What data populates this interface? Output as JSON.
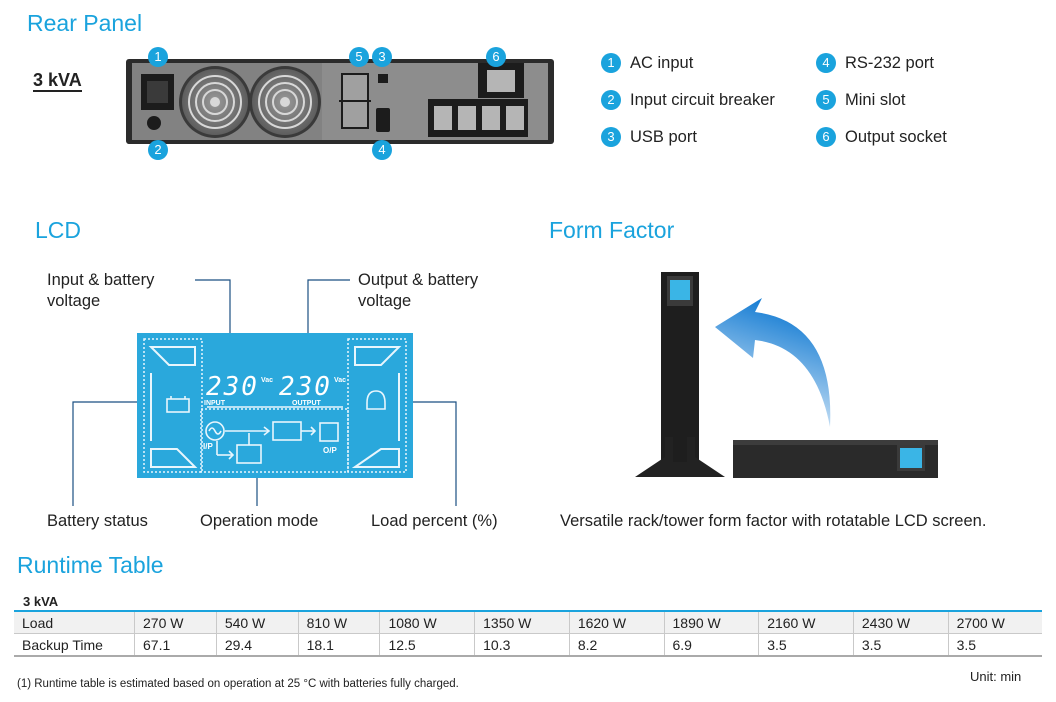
{
  "rear_panel": {
    "heading": "Rear Panel",
    "model": "3 kVA",
    "legend": [
      {
        "num": "1",
        "label": "AC input"
      },
      {
        "num": "2",
        "label": "Input circuit breaker"
      },
      {
        "num": "3",
        "label": "USB port"
      },
      {
        "num": "4",
        "label": "RS-232 port"
      },
      {
        "num": "5",
        "label": "Mini slot"
      },
      {
        "num": "6",
        "label": "Output socket"
      }
    ]
  },
  "lcd": {
    "heading": "LCD",
    "callouts": {
      "input_battery": "Input & battery voltage",
      "output_battery": "Output & battery voltage",
      "battery_status": "Battery status",
      "operation_mode": "Operation mode",
      "load_percent": "Load percent (%)"
    },
    "display": {
      "input_value": "230",
      "output_value": "230",
      "unit": "Vac",
      "input_label": "INPUT",
      "output_label": "OUTPUT",
      "ip_label": "I/P",
      "op_label": "O/P"
    }
  },
  "form_factor": {
    "heading": "Form Factor",
    "caption": "Versatile rack/tower form factor with rotatable LCD screen."
  },
  "runtime_table": {
    "heading": "Runtime Table",
    "model": "3 kVA",
    "rows": [
      {
        "label": "Load",
        "values": [
          "270 W",
          "540 W",
          "810 W",
          "1080 W",
          "1350 W",
          "1620 W",
          "1890 W",
          "2160 W",
          "2430 W",
          "2700 W"
        ]
      },
      {
        "label": "Backup Time",
        "values": [
          "67.1",
          "29.4",
          "18.1",
          "12.5",
          "10.3",
          "8.2",
          "6.9",
          "3.5",
          "3.5",
          "3.5"
        ]
      }
    ],
    "footnote": "(1)  Runtime table is estimated based on operation at 25 °C with batteries fully charged.",
    "unit_note": "Unit: min"
  },
  "colors": {
    "accent": "#1aa3dd",
    "lcd_blue": "#2aa8dc",
    "device": "#1e1e1e"
  }
}
